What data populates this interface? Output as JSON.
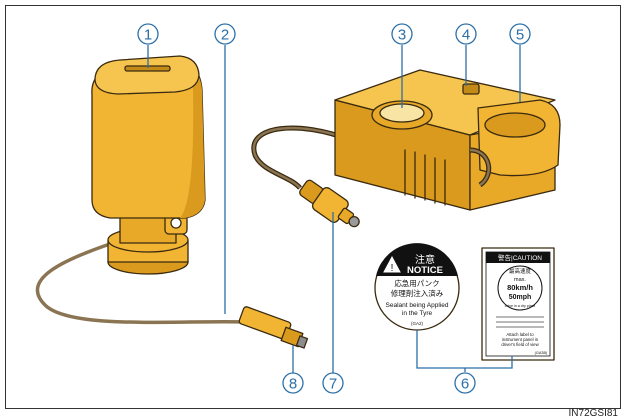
{
  "figure_id": "IN72GSI81",
  "colors": {
    "body": "#f2b533",
    "shade": "#d99a1e",
    "dark": "#b07812",
    "callout": "#2b6fa8",
    "cable": "#6b5a3a"
  },
  "callouts": [
    {
      "id": "1",
      "glyph": "1"
    },
    {
      "id": "2",
      "glyph": "2"
    },
    {
      "id": "3",
      "glyph": "3"
    },
    {
      "id": "4",
      "glyph": "4"
    },
    {
      "id": "5",
      "glyph": "5"
    },
    {
      "id": "6",
      "glyph": "6"
    },
    {
      "id": "7",
      "glyph": "7"
    },
    {
      "id": "8",
      "glyph": "8"
    }
  ],
  "notice_sticker": {
    "header_jp": "注意",
    "header_en": "NOTICE",
    "line_jp_1": "応急用パンク",
    "line_jp_2": "修理剤注入済み",
    "line_en_1": "Sealant being Applied",
    "line_en_2": "in the Tyre",
    "footer": "(GA2)"
  },
  "caution_label": {
    "header": "警告|CAUTION",
    "line_jp": "最高速度",
    "max": "max.",
    "speed_kmh": "80km/h",
    "speed_mph": "50mph",
    "drive": "Drive in a dry place",
    "attach_1": "Attach label to",
    "attach_2": "instrument panel in",
    "attach_3": "driver's field of view",
    "code": "(GA3B)"
  }
}
